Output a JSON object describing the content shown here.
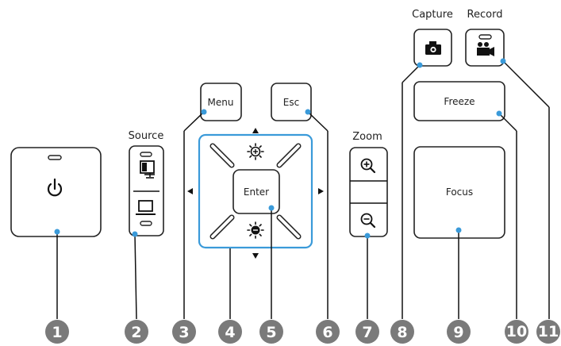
{
  "labels": {
    "source": "Source",
    "menu": "Menu",
    "esc": "Esc",
    "enter": "Enter",
    "zoom": "Zoom",
    "capture": "Capture",
    "record": "Record",
    "freeze": "Freeze",
    "focus": "Focus"
  },
  "icons": {
    "power": "power-icon",
    "source_pc": "computer-source-icon",
    "source_laptop": "laptop-source-icon",
    "brightness_up": "brightness-up-icon",
    "brightness_down": "brightness-down-icon",
    "zoom_in": "zoom-in-icon",
    "zoom_out": "zoom-out-icon",
    "camera": "camera-icon",
    "video": "video-camera-icon"
  },
  "callouts": [
    "1",
    "2",
    "3",
    "4",
    "5",
    "6",
    "7",
    "8",
    "9",
    "10",
    "11"
  ],
  "colors": {
    "callout_dot": "#3a9ad9",
    "callout_number_bg": "#7a7a7a",
    "dpad_outline": "#3a9ad9"
  }
}
